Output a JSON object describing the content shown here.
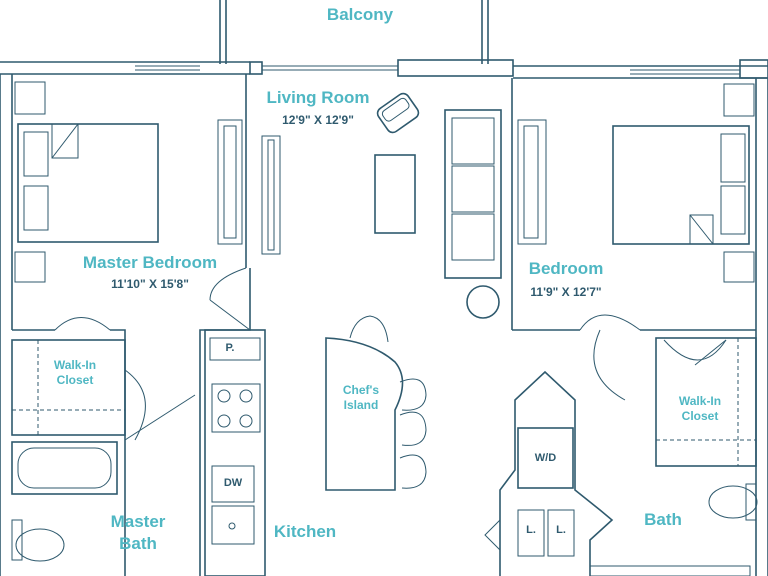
{
  "rooms": {
    "balcony": "Balcony",
    "living_room": "Living Room",
    "living_room_dims": "12'9\" X 12'9\"",
    "master_bedroom": "Master Bedroom",
    "master_bedroom_dims": "11'10\" X 15'8\"",
    "bedroom": "Bedroom",
    "bedroom_dims": "11'9\" X 12'7\"",
    "walk_in_closet_left_1": "Walk-In",
    "walk_in_closet_left_2": "Closet",
    "walk_in_closet_right_1": "Walk-In",
    "walk_in_closet_right_2": "Closet",
    "chefs_island_1": "Chef's",
    "chefs_island_2": "Island",
    "master_bath_1": "Master",
    "master_bath_2": "Bath",
    "kitchen": "Kitchen",
    "bath": "Bath"
  },
  "fixtures": {
    "pantry": "P.",
    "dishwasher": "DW",
    "washer_dryer": "W/D",
    "linen_1": "L.",
    "linen_2": "L."
  },
  "colors": {
    "label": "#4fb7c3",
    "line": "#2f5a6e"
  }
}
